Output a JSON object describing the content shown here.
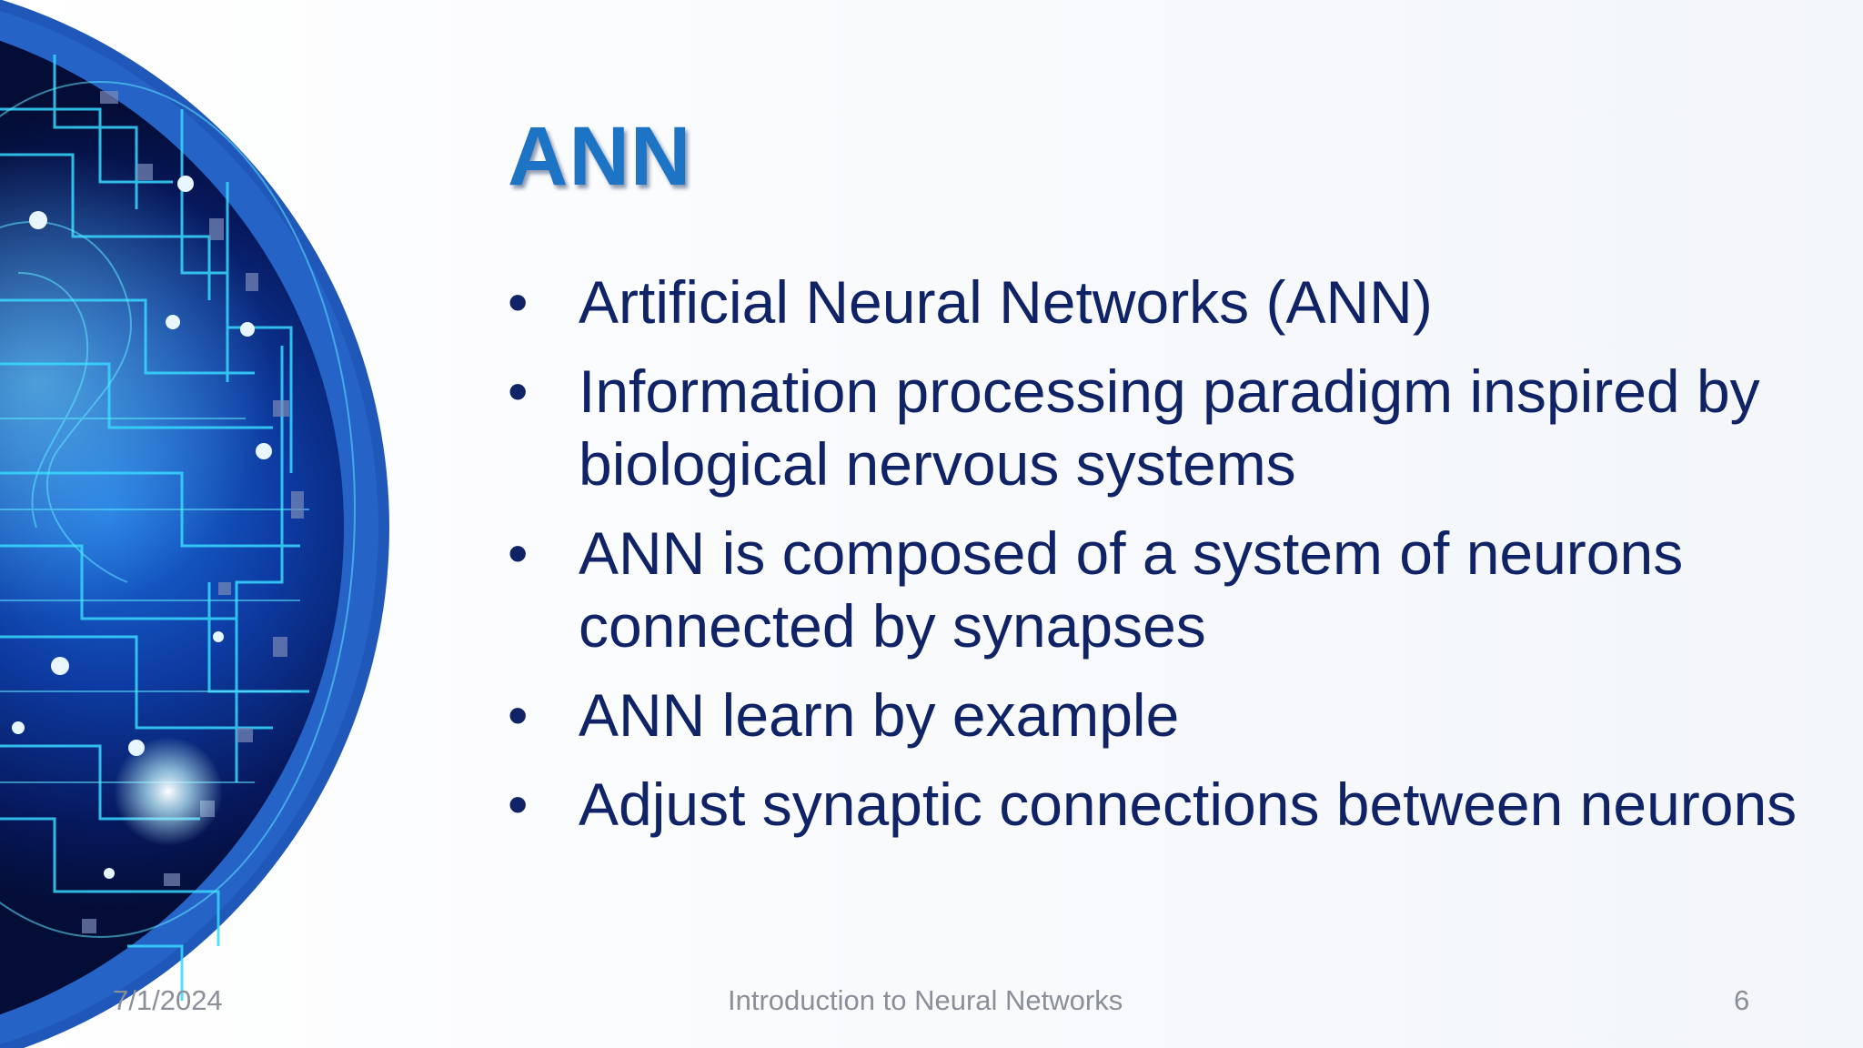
{
  "slide": {
    "title": "ANN",
    "bullets": [
      "Artificial Neural Networks (ANN)",
      "Information processing paradigm inspired by biological nervous systems",
      "ANN is composed of a system of neurons connected by synapses",
      "ANN learn by example",
      "Adjust synaptic connections between neurons"
    ],
    "bullet_glyph": "•"
  },
  "footer": {
    "date": "7/1/2024",
    "center": "Introduction to Neural Networks",
    "page": "6"
  },
  "colors": {
    "title": "#1d73c4",
    "body_text": "#102366",
    "footer_text": "#8a8f99",
    "ring": "#1f58b8",
    "circuit_glow": "#38d8ff"
  }
}
